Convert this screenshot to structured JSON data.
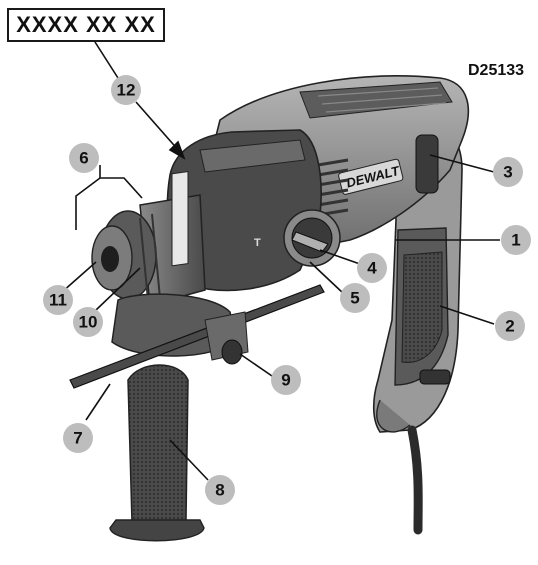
{
  "part_number_box": "XXXX XX XX",
  "model_label": "D25133",
  "brand_logo": "DEWALT",
  "callouts": [
    {
      "id": "1",
      "label": "1"
    },
    {
      "id": "2",
      "label": "2"
    },
    {
      "id": "3",
      "label": "3"
    },
    {
      "id": "4",
      "label": "4"
    },
    {
      "id": "5",
      "label": "5"
    },
    {
      "id": "6",
      "label": "6"
    },
    {
      "id": "7",
      "label": "7"
    },
    {
      "id": "8",
      "label": "8"
    },
    {
      "id": "9",
      "label": "9"
    },
    {
      "id": "10",
      "label": "10"
    },
    {
      "id": "11",
      "label": "11"
    },
    {
      "id": "12",
      "label": "12"
    }
  ],
  "colors": {
    "body_dark": "#3c3c3c",
    "body_mid": "#6e6e6e",
    "body_light": "#a8a8a8",
    "callout_fill": "#bdbdbd",
    "line": "#111111"
  }
}
